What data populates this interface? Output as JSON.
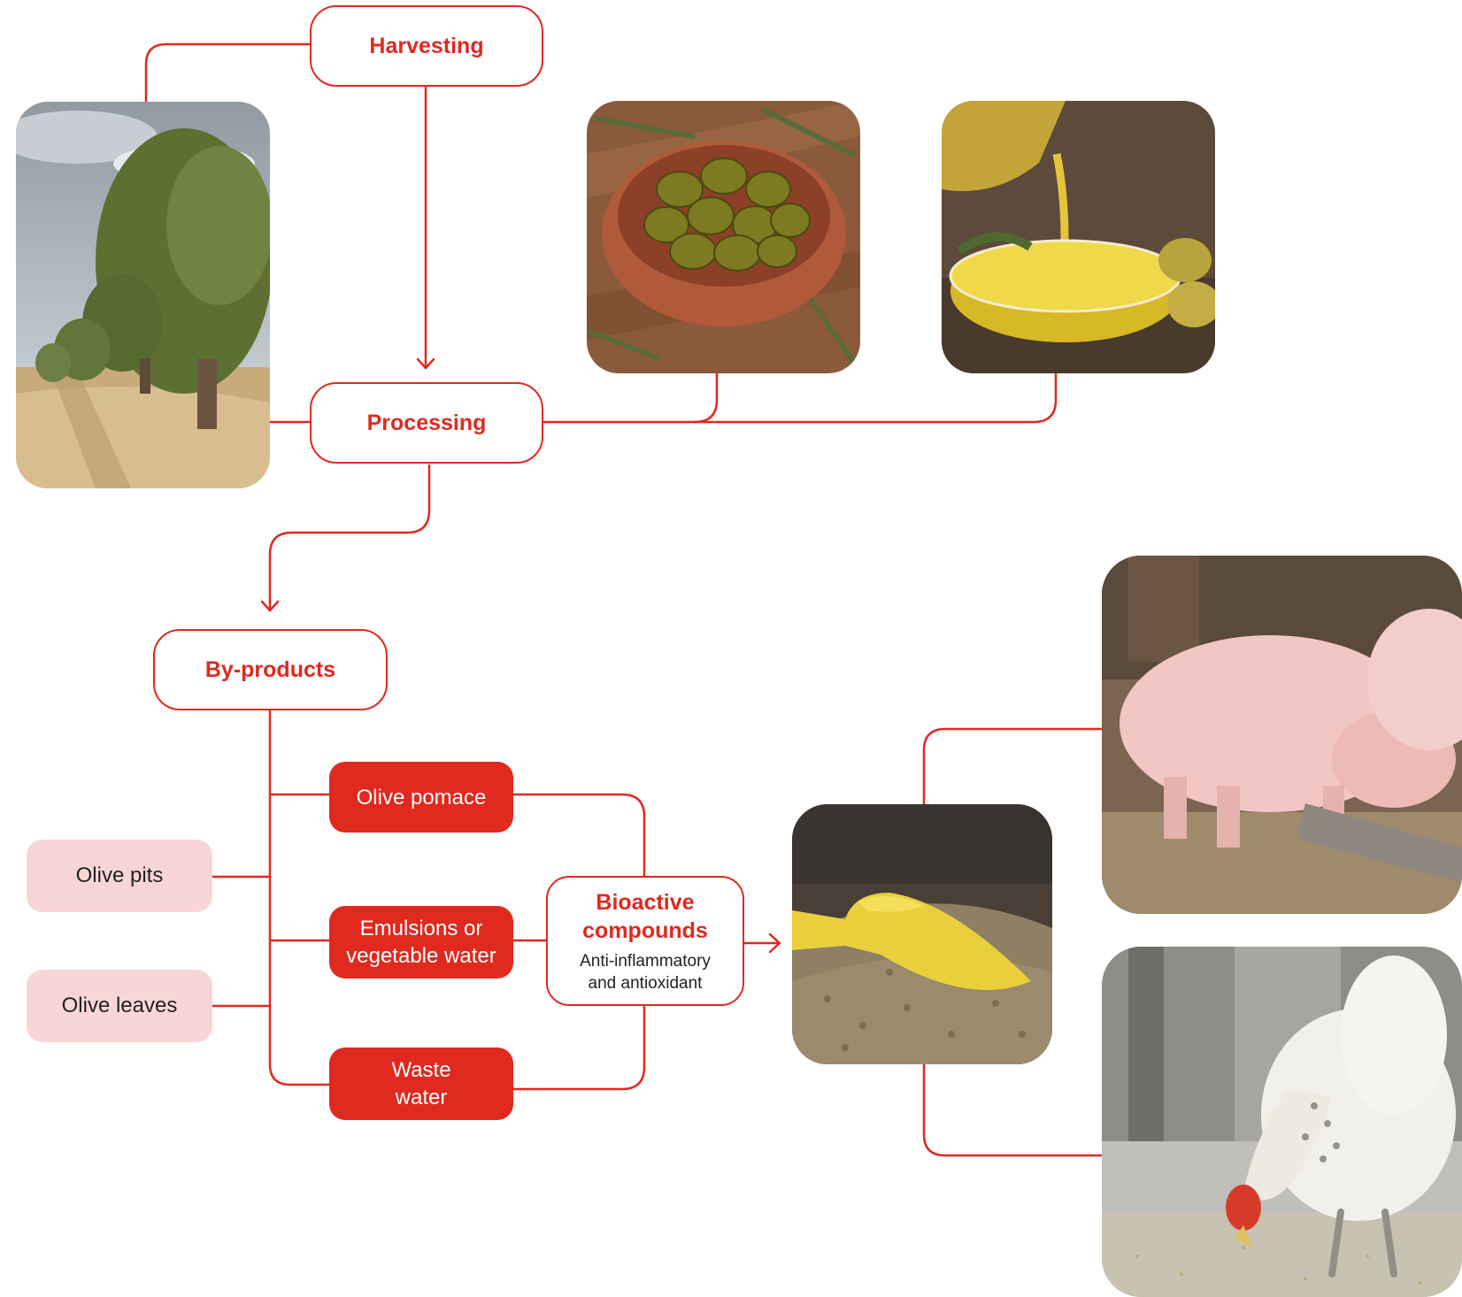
{
  "nodes": {
    "harvesting": "Harvesting",
    "processing": "Processing",
    "byproducts": "By-products",
    "olive_pomace": "Olive pomace",
    "emulsions_line1": "Emulsions or",
    "emulsions_line2": "vegetable water",
    "waste_line1": "Waste",
    "waste_line2": "water",
    "olive_pits": "Olive pits",
    "olive_leaves": "Olive leaves",
    "bioactive_line1": "Bioactive",
    "bioactive_line2": "compounds",
    "bioactive_sub1": "Anti-inflammatory",
    "bioactive_sub2": "and antioxidant"
  },
  "images": {
    "olive_grove": "olive-grove-photo",
    "olive_bowl": "olive-bowl-photo",
    "olive_oil": "olive-oil-photo",
    "feed_pellets": "feed-pellets-photo",
    "pig": "pig-photo",
    "chicken": "chicken-photo"
  },
  "colors": {
    "accent": "#e0291f",
    "pill_pink": "#f9d6d6",
    "text_dark": "#222222"
  }
}
